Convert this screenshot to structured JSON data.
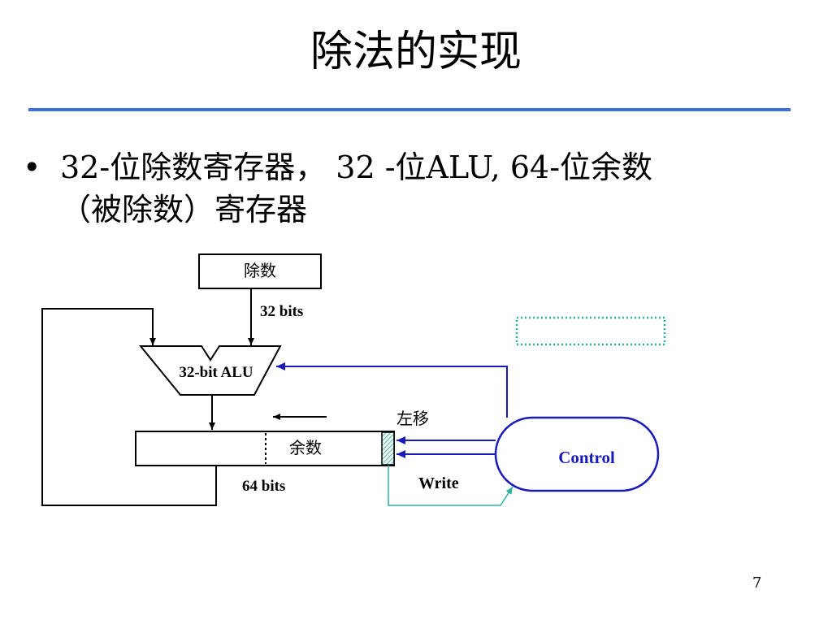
{
  "slide": {
    "title": "除法的实现",
    "bullet_marker": "•",
    "bullet_line1": "32-位除数寄存器， 32 -位ALU, 64-位余数",
    "bullet_line2": "（被除数）寄存器",
    "page_number": "7"
  },
  "diagram": {
    "divisor_label": "除数",
    "divisor_bits": "32 bits",
    "alu_label": "32-bit ALU",
    "shift_label": "左移",
    "remainder_label": "余数",
    "remainder_bits": "64 bits",
    "write_label": "Write",
    "control_label": "Control"
  },
  "colors": {
    "accent_rule": "#3a6fe0",
    "control_blue": "#1a1ab8",
    "control_text": "#1a1ab8",
    "write_line": "#2bb3a0"
  }
}
